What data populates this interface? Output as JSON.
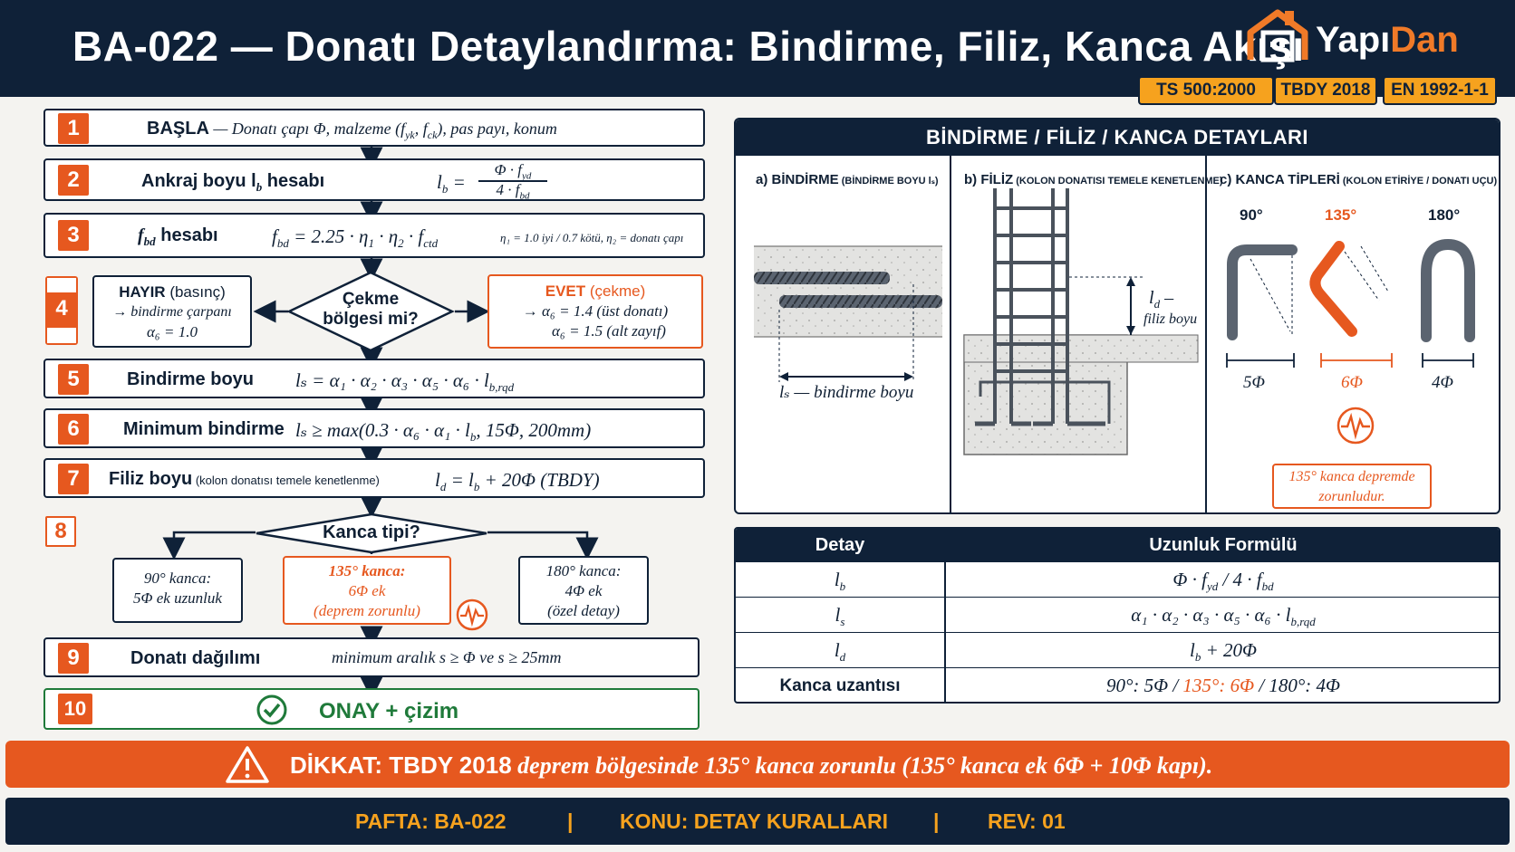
{
  "header": {
    "title": "BA-022 — Donatı Detaylandırma: Bindirme, Filiz, Kanca Akışı",
    "brand_a": "Yapı",
    "brand_b": "Dan",
    "standards": [
      "TS 500:2000",
      "TBDY 2018",
      "EN 1992-1-1"
    ]
  },
  "flow": {
    "s1": {
      "num": "1",
      "label": "BAŞLA",
      "text": " — Donatı çapı Φ, malzeme (f",
      "t_yk": "yk",
      "t_mid": ", f",
      "t_ck": "ck",
      "t_end": "), pas payı, konum"
    },
    "s2": {
      "num": "2",
      "label": "Ankraj boyu l",
      "label_sub": "b",
      "label_end": " hesabı",
      "lhs": "l",
      "lhs_sub": "b",
      "num_expr": "Φ · f",
      "num_sub": "yd",
      "den_expr": "4 · f",
      "den_sub": "bd"
    },
    "s3": {
      "num": "3",
      "label": "f",
      "label_sub": "bd",
      "label_end": " hesabı",
      "formula": "f",
      "f_sub": "bd",
      "formula_end": " = 2.25 · η",
      "e1": "1",
      "mid": " · η",
      "e2": "2",
      "end": " · f",
      "e3": "ctd",
      "note": "η₁ = 1.0 iyi / 0.7 kötü,  η₂ = donatı çapı"
    },
    "s4": {
      "num": "4",
      "question_l1": "Çekme",
      "question_l2": "bölgesi mi?",
      "no_title": "HAYIR",
      "no_paren": " (basınç)",
      "no_l2": "→ bindirme çarpanı",
      "no_l3": "α₆ = 1.0",
      "yes_title": "EVET",
      "yes_paren": " (çekme)",
      "yes_l2": "→  α₆  = 1.4 (üst donatı)",
      "yes_l3": "α₆  = 1.5 (alt zayıf)"
    },
    "s5": {
      "num": "5",
      "label": "Bindirme boyu",
      "formula": "lₛ  = α₁ · α₂ · α₃ · α₅ · α₆ · l",
      "f_sub": "b,rqd"
    },
    "s6": {
      "num": "6",
      "label": "Minimum bindirme",
      "formula": "lₛ  ≥ max(0.3 · α₆ · α₁ · l",
      "f_sub": "b",
      "f_end": ", 15Φ, 200mm)"
    },
    "s7": {
      "num": "7",
      "label": "Filiz boyu",
      "label_small": " (kolon donatısı temele kenetlenme)",
      "formula": "l",
      "f_sub": "d",
      "f_end": " = l",
      "f_sub2": "b",
      "f_end2": " + 20Φ   (TBDY)"
    },
    "s8": {
      "num": "8",
      "question": "Kanca tipi?",
      "h90_l1": "90° kanca:",
      "h90_l2": "5Φ ek uzunluk",
      "h135_l1": "135° kanca:",
      "h135_l2": "6Φ ek",
      "h135_l3": "(deprem zorunlu)",
      "h180_l1": "180° kanca:",
      "h180_l2": "4Φ ek",
      "h180_l3": "(özel detay)"
    },
    "s9": {
      "num": "9",
      "label": "Donatı dağılımı",
      "formula": "minimum aralık  s  ≥  Φ  ve  s  ≥  25mm"
    },
    "s10": {
      "num": "10",
      "label": "ONAY + çizim"
    }
  },
  "detail": {
    "title": "BİNDİRME / FİLİZ / KANCA DETAYLARI",
    "a_title": "a) BİNDİRME",
    "a_small": " (BİNDİRME BOYU lₛ)",
    "a_dim": "lₛ — bindirme boyu",
    "b_title": "b) FİLİZ",
    "b_small": " (KOLON DONATISI TEMELE KENETLENME)",
    "b_dim1": "l",
    "b_dim1_sub": "d",
    "b_dim1_end": " –",
    "b_dim2": "filiz boyu",
    "c_title": "c) KANCA TİPLERİ",
    "c_small": " (KOLON ETİRİYE / DONATI UÇU)",
    "angles": [
      "90°",
      "135°",
      "180°"
    ],
    "ext": [
      "5Φ",
      "6Φ",
      "4Φ"
    ],
    "note_l1": "135° kanca depremde",
    "note_l2": "zorunludur."
  },
  "table": {
    "headers": [
      "Detay",
      "Uzunluk Formülü"
    ],
    "r1_a": "l",
    "r1_a_sub": "b",
    "r1_b": "Φ · f",
    "r1_b_s1": "yd",
    "r1_b_m": " / 4 · f",
    "r1_b_s2": "bd",
    "r2_a": "l",
    "r2_a_sub": "s",
    "r2_b": "α₁ · α₂ · α₃ · α₅ · α₆ · l",
    "r2_b_s1": "b,rqd",
    "r3_a": "l",
    "r3_a_sub": "d",
    "r3_b": "l",
    "r3_b_s1": "b",
    "r3_b_m": " + 20Φ",
    "r4_a": "Kanca uzantısı",
    "r4_b1": "90°: 5Φ  /  ",
    "r4_b2": "135°: 6Φ",
    "r4_b3": "  /  180°: 4Φ"
  },
  "warning": {
    "bold": "DİKKAT: TBDY 2018",
    "rest": " deprem bölgesinde 135° kanca zorunlu (135° kanca ek 6Φ + 10Φ kapı)."
  },
  "footer": {
    "pafta": "PAFTA: BA-022",
    "sep": "|",
    "konu": "KONU: DETAY KURALLARI",
    "rev": "REV: 01"
  },
  "colors": {
    "navy": "#0f2138",
    "orange": "#e6581f",
    "amber": "#f6a21e"
  }
}
